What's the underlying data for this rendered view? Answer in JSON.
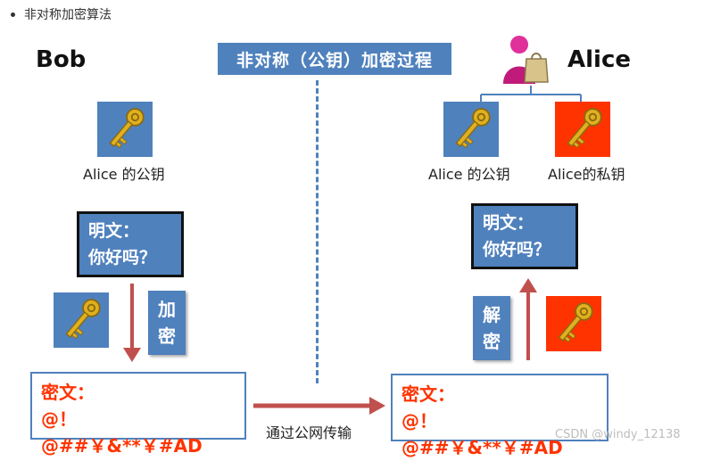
{
  "bullet": {
    "text": "非对称加密算法"
  },
  "title": "非对称（公钥）加密过程",
  "bob": {
    "name": "Bob",
    "key_label": "Alice 的公钥"
  },
  "alice": {
    "name": "Alice",
    "public_key_label": "Alice 的公钥",
    "private_key_label": "Alice的私钥"
  },
  "bob_plain": {
    "line1": "明文：",
    "line2": "你好吗？"
  },
  "alice_plain": {
    "line1": "明文：",
    "line2": "你好吗？"
  },
  "encrypt_tag": {
    "c1": "加",
    "c2": "密"
  },
  "decrypt_tag": {
    "c1": "解",
    "c2": "密"
  },
  "bob_cipher": {
    "line1": "密文：",
    "line2": "@！@##￥&**￥#AD"
  },
  "alice_cipher": {
    "line1": "密文：",
    "line2": "@！@##￥&**￥#AD"
  },
  "transfer_label": "通过公网传输",
  "watermark": "CSDN @windy_12138",
  "colors": {
    "blue": "#4f81bd",
    "red": "#ff3300",
    "arrow": "#c0504d",
    "gold": "#d4a017"
  }
}
